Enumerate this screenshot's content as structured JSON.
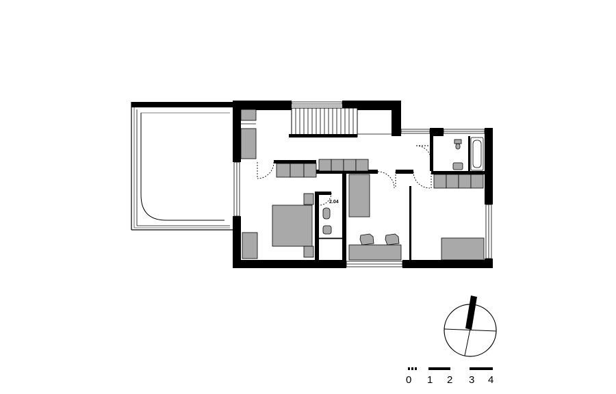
{
  "floor_plan": {
    "room_labels": [
      "2.04"
    ],
    "colors": {
      "wall": "#000000",
      "furniture": "#a9a9a9",
      "background": "#ffffff"
    }
  },
  "north_arrow": {
    "icon": "north-arrow-icon"
  },
  "scale_bar": {
    "labels": [
      "0",
      "1",
      "2",
      "3",
      "4"
    ]
  }
}
